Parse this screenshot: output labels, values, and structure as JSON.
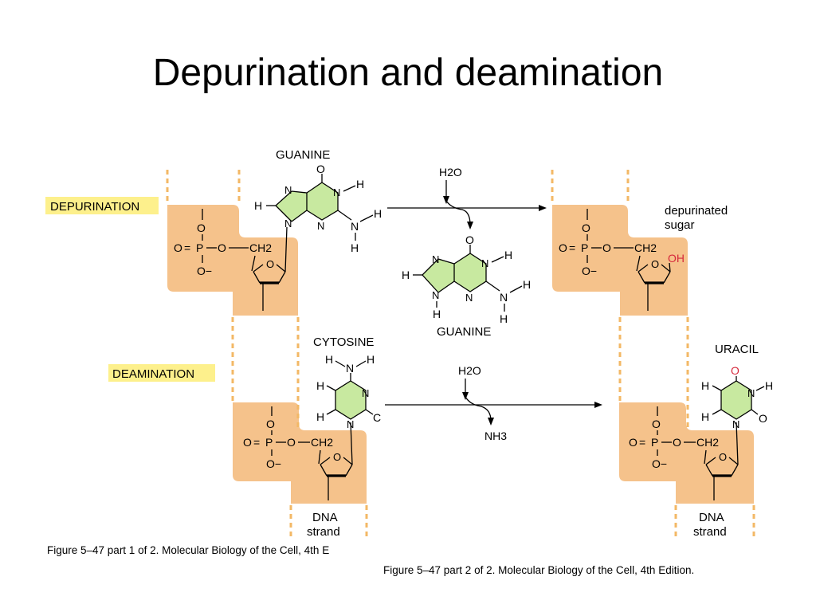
{
  "slide": {
    "title": "Depurination and deamination"
  },
  "depurination": {
    "label": "DEPURINATION",
    "guanine_label_top": "GUANINE",
    "water": "H2O",
    "released_base_label": "GUANINE",
    "product_label_line1": "depurinated",
    "product_label_line2": "sugar"
  },
  "deamination": {
    "label": "DEAMINATION",
    "cytosine_label": "CYTOSINE",
    "water": "H2O",
    "ammonia": "NH3",
    "product_label": "URACIL"
  },
  "strand_label": {
    "line1": "DNA",
    "line2": "strand"
  },
  "atoms": {
    "O": "O",
    "N": "N",
    "H": "H",
    "P": "P",
    "CH2": "CH2",
    "OH": "OH",
    "O_minus": "O−",
    "C": "C"
  },
  "captions": {
    "part1": "Figure 5–47 part 1 of 2. Molecular Biology of the Cell, 4th E",
    "part2": "Figure 5–47 part 2 of 2. Molecular Biology of the Cell, 4th Edition."
  },
  "colors": {
    "sugar_fill": "#f5c28b",
    "base_fill": "#c8e9a0",
    "label_highlight": "#fdf08c",
    "strand_dash": "#f3b866",
    "red_atom": "#d6293c"
  }
}
